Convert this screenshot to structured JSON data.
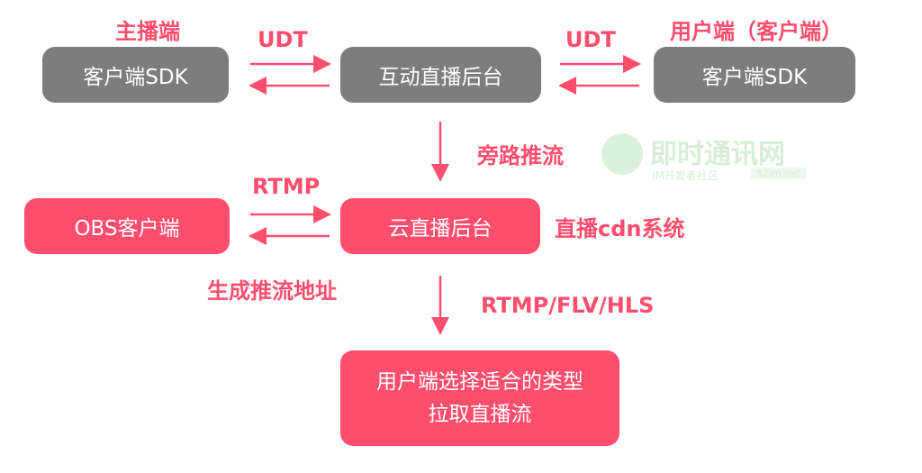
{
  "colors": {
    "accent": "#ff4d6d",
    "gray_box": "#7d7d7d",
    "watermark": "#8fce8f"
  },
  "nodes": {
    "client_sdk_left": "客户端SDK",
    "interactive_backend": "互动直播后台",
    "client_sdk_right": "客户端SDK",
    "obs_client": "OBS客户端",
    "cloud_backend": "云直播后台",
    "user_select_line1": "用户端选择适合的类型",
    "user_select_line2": "拉取直播流"
  },
  "labels": {
    "broadcaster": "主播端",
    "viewer": "用户端（客户端）",
    "udt_left": "UDT",
    "udt_right": "UDT",
    "bypass_push": "旁路推流",
    "rtmp": "RTMP",
    "cdn_system": "直播cdn系统",
    "gen_push_url": "生成推流地址",
    "protocols": "RTMP/FLV/HLS"
  },
  "watermark": {
    "logo_text": "即时通讯网",
    "sub_text": "IM开发者社区",
    "badge_text": "52im.net",
    "icon": "im-logo-icon"
  }
}
